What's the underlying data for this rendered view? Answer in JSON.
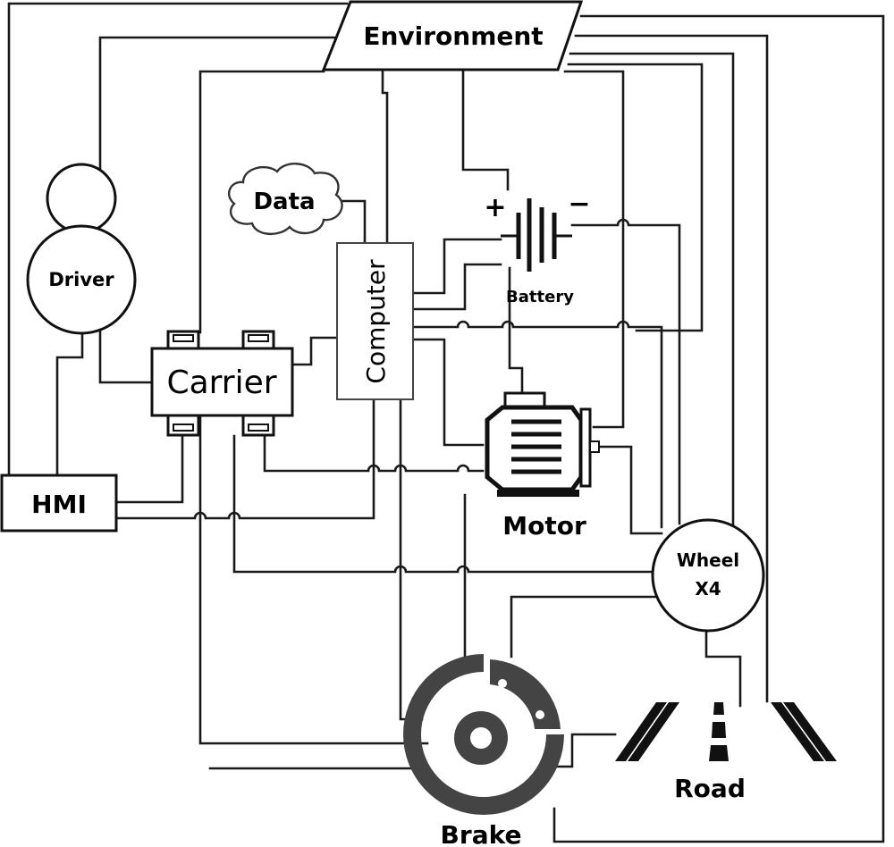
{
  "diagram": {
    "nodes": {
      "environment": {
        "label": "Environment"
      },
      "driver": {
        "label": "Driver"
      },
      "data": {
        "label": "Data"
      },
      "computer": {
        "label": "Computer"
      },
      "carrier": {
        "label": "Carrier"
      },
      "battery": {
        "label": "Battery",
        "plus": "+",
        "minus": "−"
      },
      "motor": {
        "label": "Motor"
      },
      "hmi": {
        "label": "HMI"
      },
      "wheel": {
        "label_line1": "Wheel",
        "label_line2": "X4"
      },
      "brake": {
        "label": "Brake"
      },
      "road": {
        "label": "Road"
      }
    }
  }
}
